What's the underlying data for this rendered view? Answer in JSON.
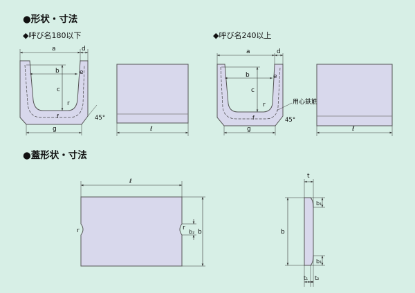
{
  "headings": {
    "shape": "●形状・寸法",
    "lid": "●蓋形状・寸法"
  },
  "subheadings": {
    "small": "◆呼び名180以下",
    "large": "◆呼び名240以上"
  },
  "labels": {
    "a": "a",
    "b": "b",
    "c": "c",
    "d": "d",
    "e": "e",
    "f": "f",
    "g": "g",
    "r": "r",
    "l": "ℓ",
    "t": "t",
    "t1": "t₁",
    "t2": "t₂",
    "b1": "b₁",
    "b2": "b₂",
    "angle": "45°",
    "rebar": "用心鉄筋"
  },
  "colors": {
    "background": "#d7efe6",
    "shape_fill": "#d8d8ec"
  }
}
